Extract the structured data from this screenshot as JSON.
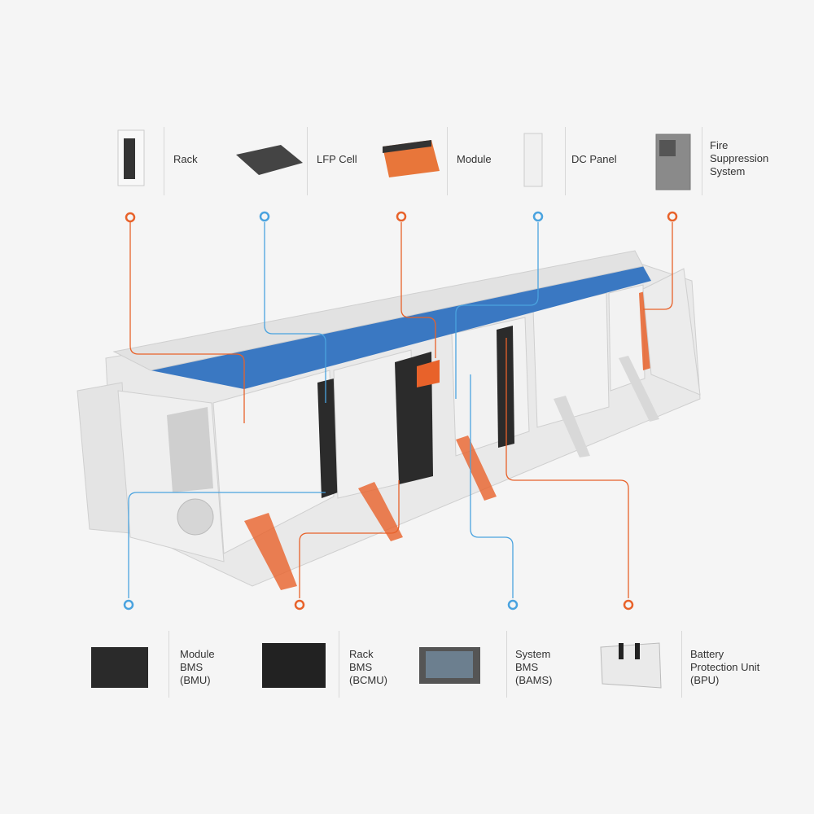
{
  "top_components": [
    {
      "label": "Rack",
      "connector_color": "orange"
    },
    {
      "label": "LFP Cell",
      "connector_color": "blue"
    },
    {
      "label": "Module",
      "connector_color": "orange"
    },
    {
      "label": "DC Panel",
      "connector_color": "blue"
    },
    {
      "label_lines": [
        "Fire",
        "Suppression",
        "System"
      ],
      "connector_color": "orange"
    }
  ],
  "bottom_components": [
    {
      "label_lines": [
        "Module",
        "BMS",
        "(BMU)"
      ],
      "connector_color": "blue"
    },
    {
      "label_lines": [
        "Rack",
        "BMS",
        "(BCMU)"
      ],
      "connector_color": "orange"
    },
    {
      "label_lines": [
        "System",
        "BMS",
        "(BAMS)"
      ],
      "connector_color": "blue"
    },
    {
      "label_lines": [
        "Battery",
        "Protection Unit",
        "(BPU)"
      ],
      "connector_color": "orange"
    }
  ],
  "colors": {
    "orange": "#e8622a",
    "blue": "#4aa3df",
    "roof": "#3a78c2",
    "background": "#f5f5f5"
  }
}
